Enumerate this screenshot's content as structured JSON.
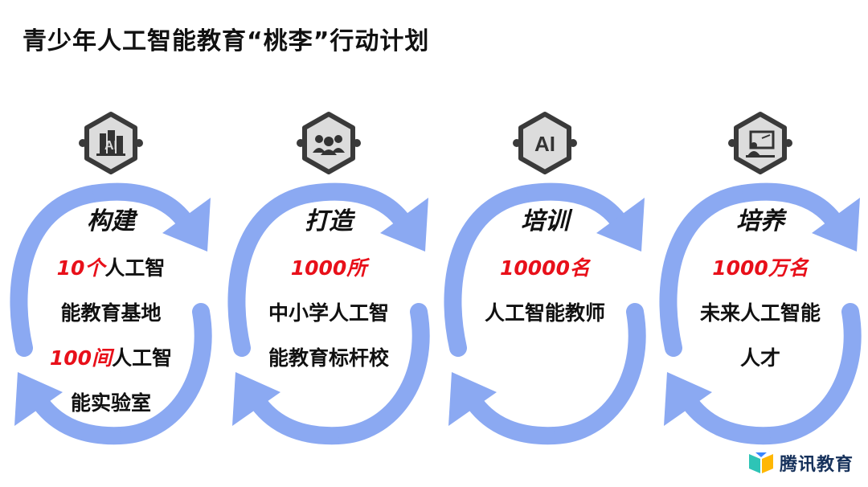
{
  "title": "青少年人工智能教育“桃李”行动计划",
  "colors": {
    "arrow": "#8ba9f2",
    "badge_ring": "#3a3a3a",
    "badge_fill": "#dcdcdc",
    "highlight": "#e8101a",
    "logo_text": "#16315b"
  },
  "cards": [
    {
      "icon": "ai-building-icon",
      "heading": "构建",
      "lines": [
        {
          "highlight": "10个",
          "text": "人工智"
        },
        {
          "highlight": "",
          "text": "能教育基地"
        },
        {
          "highlight": "100间",
          "text": "人工智"
        },
        {
          "highlight": "",
          "text": "能实验室"
        }
      ]
    },
    {
      "icon": "people-icon",
      "heading": "打造",
      "lines": [
        {
          "highlight": "1000所",
          "text": ""
        },
        {
          "highlight": "",
          "text": "中小学人工智"
        },
        {
          "highlight": "",
          "text": "能教育标杆校"
        }
      ]
    },
    {
      "icon": "ai-text-icon",
      "heading": "培训",
      "lines": [
        {
          "highlight": "10000名",
          "text": ""
        },
        {
          "highlight": "",
          "text": "人工智能教师"
        }
      ]
    },
    {
      "icon": "teacher-board-icon",
      "heading": "培养",
      "lines": [
        {
          "highlight": "1000万名",
          "text": ""
        },
        {
          "highlight": "",
          "text": "未来人工智能"
        },
        {
          "highlight": "",
          "text": "人才"
        }
      ]
    }
  ],
  "logo": {
    "text": "腾讯教育",
    "icon": "tencent-education-logo-icon"
  }
}
